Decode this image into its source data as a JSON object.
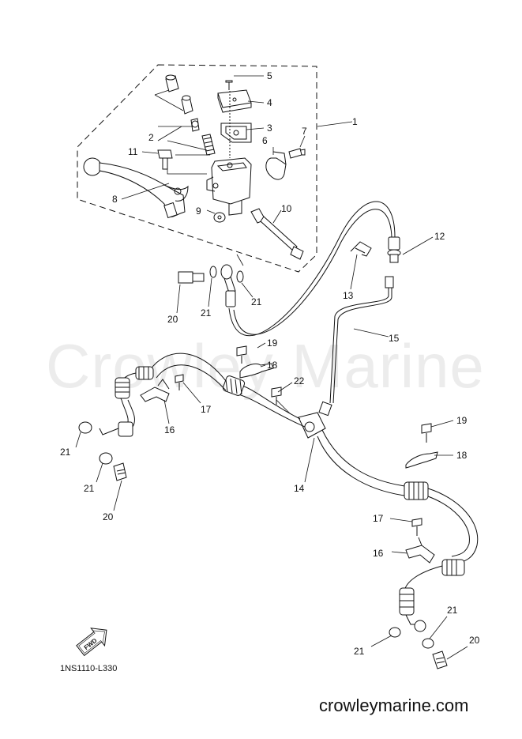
{
  "watermark": "Crowley Marine",
  "footer_url": "crowleymarine.com",
  "drawing_code": "1NS1110-L330",
  "fwd_label": "FWD",
  "callouts": [
    {
      "id": "c1",
      "text": "1"
    },
    {
      "id": "c2",
      "text": "2"
    },
    {
      "id": "c3",
      "text": "3"
    },
    {
      "id": "c4",
      "text": "4"
    },
    {
      "id": "c5",
      "text": "5"
    },
    {
      "id": "c6",
      "text": "6"
    },
    {
      "id": "c7",
      "text": "7"
    },
    {
      "id": "c8",
      "text": "8"
    },
    {
      "id": "c9",
      "text": "9"
    },
    {
      "id": "c10",
      "text": "10"
    },
    {
      "id": "c11",
      "text": "11"
    },
    {
      "id": "c12",
      "text": "12"
    },
    {
      "id": "c13",
      "text": "13"
    },
    {
      "id": "c14",
      "text": "14"
    },
    {
      "id": "c15",
      "text": "15"
    },
    {
      "id": "c16a",
      "text": "16"
    },
    {
      "id": "c16b",
      "text": "16"
    },
    {
      "id": "c17a",
      "text": "17"
    },
    {
      "id": "c17b",
      "text": "17"
    },
    {
      "id": "c18a",
      "text": "18"
    },
    {
      "id": "c18b",
      "text": "18"
    },
    {
      "id": "c19a",
      "text": "19"
    },
    {
      "id": "c19b",
      "text": "19"
    },
    {
      "id": "c20a",
      "text": "20"
    },
    {
      "id": "c20b",
      "text": "20"
    },
    {
      "id": "c20c",
      "text": "20"
    },
    {
      "id": "c21a",
      "text": "21"
    },
    {
      "id": "c21b",
      "text": "21"
    },
    {
      "id": "c21c",
      "text": "21"
    },
    {
      "id": "c21d",
      "text": "21"
    },
    {
      "id": "c21e",
      "text": "21"
    },
    {
      "id": "c21f",
      "text": "21"
    },
    {
      "id": "c22",
      "text": "22"
    }
  ]
}
